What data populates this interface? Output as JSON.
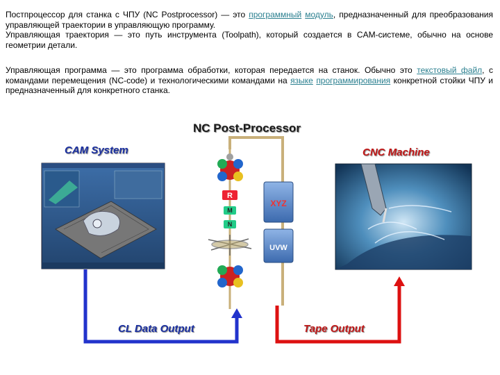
{
  "text": {
    "p1_a": "Постпроцессор для станка с ЧПУ (NC Postprocessor) — это ",
    "p1_link1": "программный",
    "p1_space": " ",
    "p1_link2": "модуль",
    "p1_b": ", предназначенный для преобразования управляющей траектории в управляющую программу.",
    "p1_c": "Управляющая траектория — это путь инструмента (Toolpath), который создается в CAM-системе, обычно на основе геометрии детали.",
    "p2_a": "Управляющая программа — это программа обработки, которая передается на станок. Обычно это ",
    "p2_link1": "текстовый файл",
    "p2_b": ", с командами перемещения (NC-code) и технологическими командами на ",
    "p2_link2": "языке",
    "p2_space": " ",
    "p2_link3": "программирования",
    "p2_c": " конкретной стойки ЧПУ и предназначенный для конкретного станка."
  },
  "diagram": {
    "title": "NC Post-Processor",
    "cam_label": "CAM System",
    "cnc_label": "CNC Machine",
    "cl_label": "CL Data Output",
    "tape_label": "Tape Output",
    "box_xyz": "XYZ",
    "box_uvw": "UVW",
    "tag_r": "R",
    "tag_m": "M",
    "tag_n": "N",
    "colors": {
      "title": "#1a1a1a",
      "cam_label": "#1a2fa0",
      "cnc_label": "#c01818",
      "cl_label": "#1a2fa0",
      "tape_label": "#c01818",
      "blue_arrow": "#2233cc",
      "red_arrow": "#dd1111",
      "box_blue": "#5a86c6"
    }
  }
}
